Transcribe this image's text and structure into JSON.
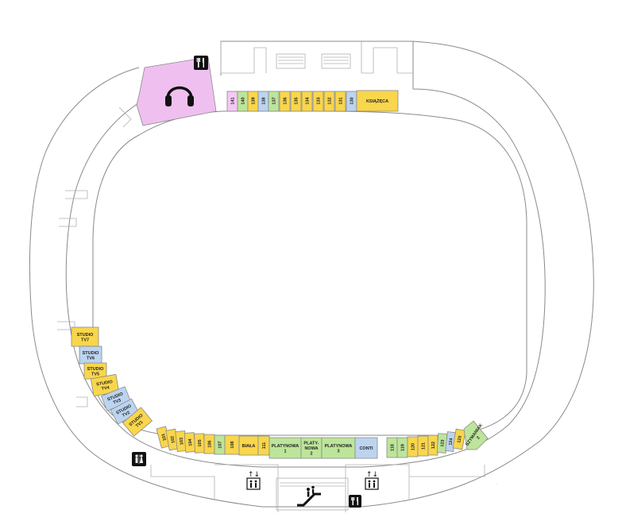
{
  "colors": {
    "yellow": "#f9d64b",
    "blue": "#bcd4f0",
    "green": "#bde59a",
    "pink": "#f4c8f4",
    "vip_zone": "#efc0ef",
    "outline": "#8a8a8a"
  },
  "icons": {
    "headphones": "headphones-icon",
    "restaurant_top": "restaurant-icon",
    "restaurant_bottom": "restaurant-icon",
    "toilet": "toilet-icon",
    "elevator_left": "elevator-icon",
    "elevator_right": "elevator-icon",
    "escalator": "escalator-icon"
  },
  "sectors": {
    "top": [
      {
        "id": "141",
        "label": "141",
        "color": "pink"
      },
      {
        "id": "140",
        "label": "140",
        "color": "green"
      },
      {
        "id": "139",
        "label": "139",
        "color": "yellow"
      },
      {
        "id": "138",
        "label": "138",
        "color": "blue"
      },
      {
        "id": "137",
        "label": "137",
        "color": "green"
      },
      {
        "id": "136",
        "label": "136",
        "color": "yellow"
      },
      {
        "id": "135",
        "label": "135",
        "color": "yellow"
      },
      {
        "id": "134",
        "label": "134",
        "color": "yellow"
      },
      {
        "id": "133",
        "label": "133",
        "color": "yellow"
      },
      {
        "id": "132",
        "label": "132",
        "color": "yellow"
      },
      {
        "id": "131",
        "label": "131",
        "color": "yellow"
      },
      {
        "id": "130",
        "label": "130",
        "color": "blue"
      }
    ],
    "top_named": {
      "label": "KSIĄŻĘCA",
      "color": "yellow"
    },
    "studios": [
      {
        "label": "STUDIO TV7",
        "line1": "STUDIO",
        "line2": "TV7",
        "color": "yellow"
      },
      {
        "label": "STUDIO TV6",
        "line1": "STUDIO",
        "line2": "TV6",
        "color": "blue"
      },
      {
        "label": "STUDIO TV5",
        "line1": "STUDIO",
        "line2": "TV5",
        "color": "yellow"
      },
      {
        "label": "STUDIO TV4",
        "line1": "STUDIO",
        "line2": "TV4",
        "color": "yellow"
      },
      {
        "label": "STUDIO TV3",
        "line1": "STUDIO",
        "line2": "TV3",
        "color": "blue"
      },
      {
        "label": "STUDIO TV2",
        "line1": "STUDIO",
        "line2": "TV2",
        "color": "blue"
      },
      {
        "label": "STUDIO TV1",
        "line1": "STUDIO",
        "line2": "TV1",
        "color": "yellow"
      }
    ],
    "bottom_left": [
      {
        "label": "101",
        "color": "yellow"
      },
      {
        "label": "102",
        "color": "yellow"
      },
      {
        "label": "103",
        "color": "yellow"
      },
      {
        "label": "104",
        "color": "yellow"
      },
      {
        "label": "105",
        "color": "yellow"
      },
      {
        "label": "106",
        "color": "yellow"
      },
      {
        "label": "107",
        "color": "green"
      },
      {
        "label": "108",
        "color": "yellow"
      },
      {
        "label": "BIAŁA",
        "color": "yellow"
      },
      {
        "label": "111",
        "color": "yellow"
      }
    ],
    "bottom_middle": [
      {
        "label": "PLATYNOWA 1",
        "line1": "PLATYNOWA",
        "line2": "1",
        "color": "green"
      },
      {
        "label": "PLATY-NOWA 2",
        "line1": "PLATY-",
        "line2": "NOWA",
        "line3": "2",
        "color": "green"
      },
      {
        "label": "PLATYNOWA 3",
        "line1": "PLATYNOWA",
        "line2": "3",
        "color": "green"
      },
      {
        "label": "CONTI",
        "color": "blue"
      }
    ],
    "bottom_right": [
      {
        "label": "118",
        "color": "green"
      },
      {
        "label": "119",
        "color": "green"
      },
      {
        "label": "120",
        "color": "yellow"
      },
      {
        "label": "121",
        "color": "yellow"
      },
      {
        "label": "122",
        "color": "yellow"
      },
      {
        "label": "123",
        "color": "green"
      },
      {
        "label": "124",
        "color": "blue"
      },
      {
        "label": "125",
        "color": "yellow"
      }
    ],
    "corner": {
      "line1": "SZYMANIAK",
      "line2": "2",
      "color": "green"
    }
  }
}
